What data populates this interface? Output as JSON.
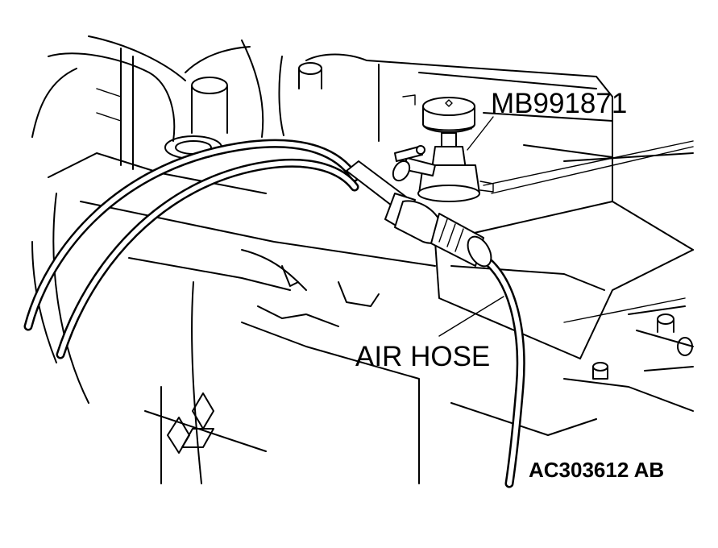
{
  "labels": {
    "tool_part_number": "MB991871",
    "air_hose": "AIR HOSE",
    "figure_id": "AC303612 AB"
  },
  "colors": {
    "line": "#000000",
    "background": "#ffffff"
  }
}
